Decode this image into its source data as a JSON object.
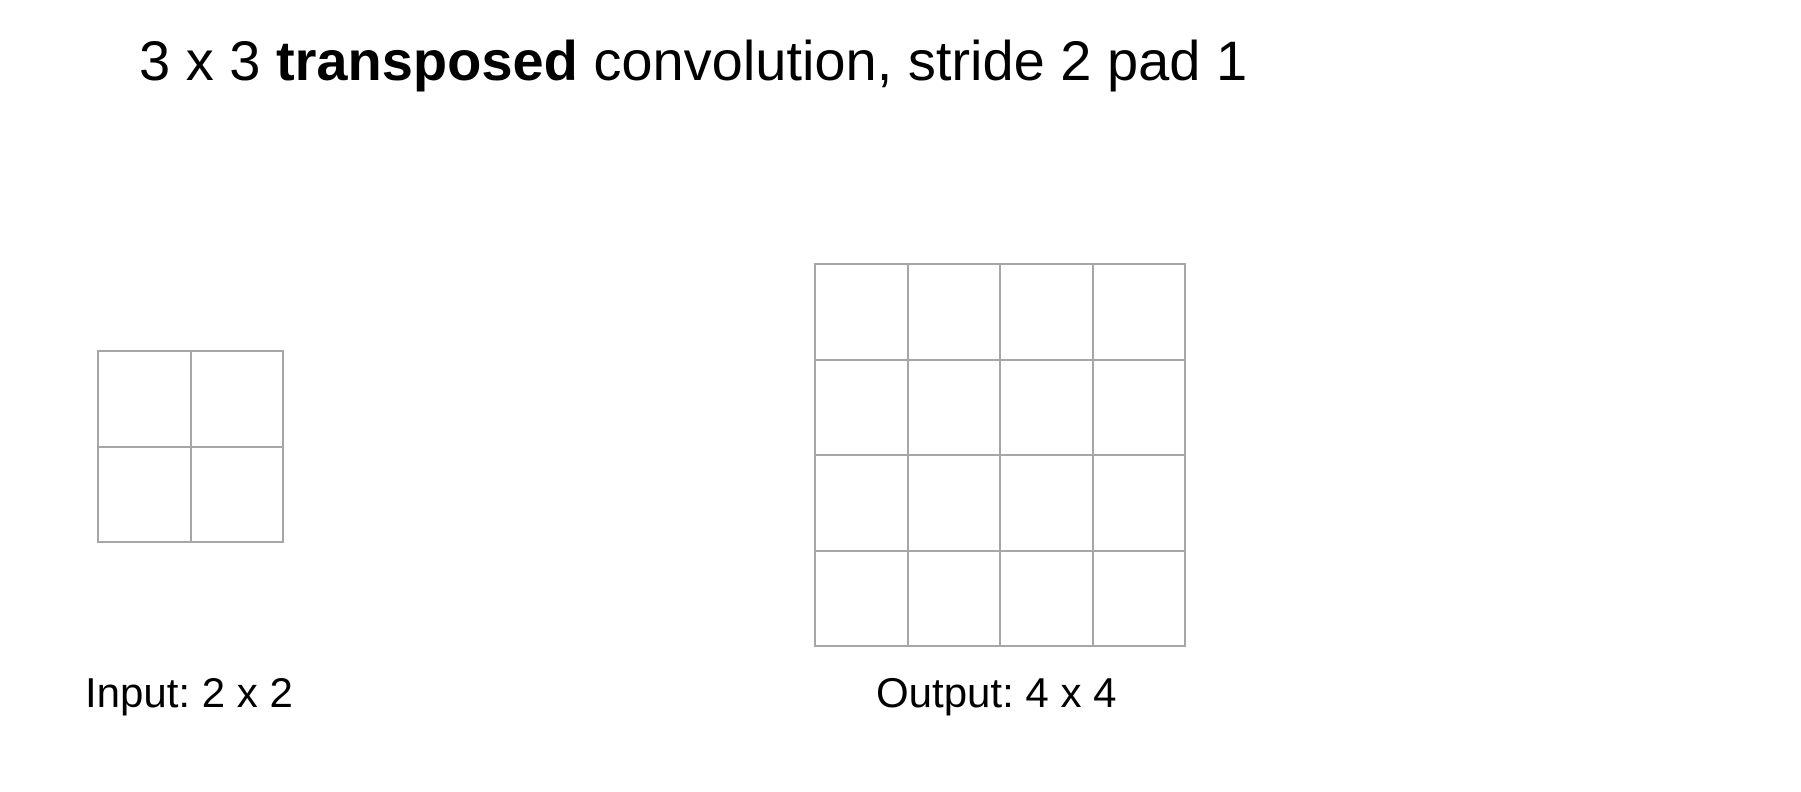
{
  "title": {
    "prefix": "3 x 3 ",
    "emphasis": "transposed",
    "suffix": " convolution, stride 2 pad 1"
  },
  "input": {
    "caption": "Input: 2 x 2",
    "rows": 2,
    "cols": 2
  },
  "output": {
    "caption": "Output: 4 x 4",
    "rows": 4,
    "cols": 4
  },
  "colors": {
    "grid_line": "#a6a6a6",
    "text": "#000000",
    "background": "#ffffff"
  }
}
